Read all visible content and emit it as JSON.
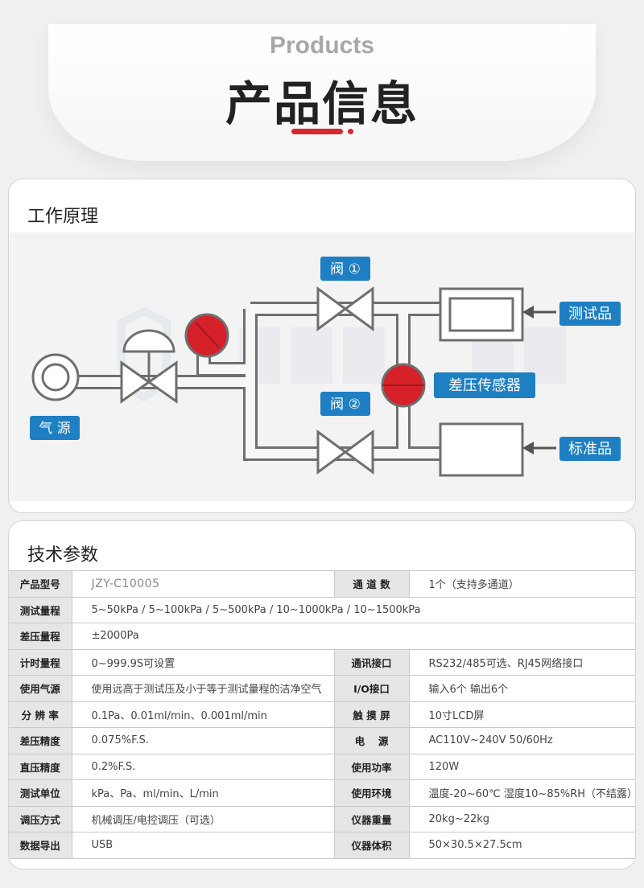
{
  "header": {
    "title_en": "Products",
    "title_cn": "产品信息"
  },
  "principle": {
    "title": "工作原理",
    "labels": {
      "air_source": "气 源",
      "valve1": "阀 ①",
      "valve2": "阀 ②",
      "sensor": "差压传感器",
      "test_item": "测试品",
      "standard_item": "标准品"
    },
    "colors": {
      "accent_blue": "#1e7fc2",
      "gauge_red": "#d6202a"
    }
  },
  "specs": {
    "title": "技术参数",
    "rows": [
      [
        "产品型号",
        "JZY-C10005",
        "通 道 数",
        "1个（支持多通道）"
      ],
      [
        "测试量程",
        "5~50kPa / 5~100kPa / 5~500kPa / 10~1000kPa / 10~1500kPa"
      ],
      [
        "差压量程",
        "±2000Pa"
      ],
      [
        "计时量程",
        "0~999.9S可设置",
        "通讯接口",
        "RS232/485可选、RJ45网络接口"
      ],
      [
        "使用气源",
        "使用远高于测试压及小于等于测试量程的洁净空气",
        "I/O接口",
        "输入6个 输出6个"
      ],
      [
        "分 辨 率",
        "0.1Pa、0.01ml/min、0.001ml/min",
        "触 摸 屏",
        "10寸LCD屏"
      ],
      [
        "差压精度",
        "0.075%F.S.",
        "电　 源",
        "AC110V~240V 50/60Hz"
      ],
      [
        "直压精度",
        "0.2%F.S.",
        "使用功率",
        "120W"
      ],
      [
        "测试单位",
        "kPa、Pa、ml/min、L/min",
        "使用环境",
        "温度-20~60℃ 湿度10~85%RH（不结露）"
      ],
      [
        "调压方式",
        "机械调压/电控调压（可选）",
        "仪器重量",
        "20kg~22kg"
      ],
      [
        "数据导出",
        "USB",
        "仪器体积",
        "50×30.5×27.5cm"
      ]
    ]
  }
}
